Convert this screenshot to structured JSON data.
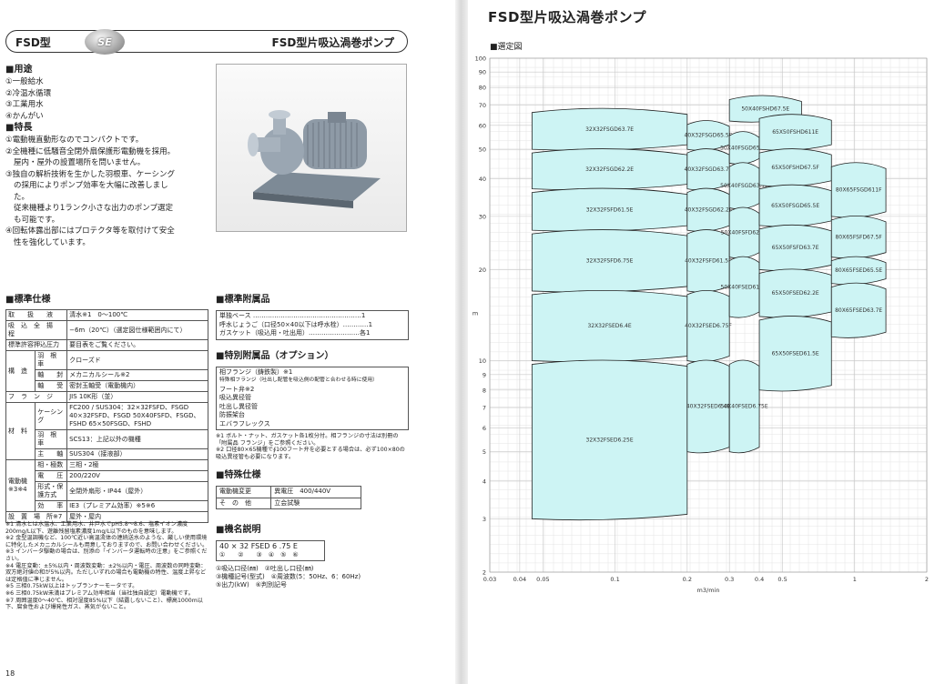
{
  "left": {
    "banner_left": "FSD型",
    "logo": "SE",
    "banner_right": "FSD型片吸込渦巻ポンプ",
    "uses_heading": "■用途",
    "uses": [
      "①一般給水",
      "②冷温水循環",
      "③工業用水",
      "④かんがい"
    ],
    "features_heading": "■特長",
    "features": [
      "①電動機直動形なのでコンパクトです。",
      "②全機種に低騒音全閉外扇保護形電動機を採用。",
      "屋内・屋外の設置場所を問いません。",
      "③独自の解析技術を生かした羽根車、ケーシング",
      "の採用によりポンプ効率を大幅に改善しまし",
      "た。",
      "従来機種より1ランク小さな出力のポンプ選定",
      "も可能です。",
      "④回転体露出部にはプロテクタ等を取付けて安全",
      "性を強化しています。"
    ],
    "spec_heading": "■標準仕様",
    "spec_rows": [
      {
        "a": "取　　扱　　液",
        "b": "",
        "c": "清水※1　0〜100℃"
      },
      {
        "a": "吸　込　全　揚　程",
        "b": "",
        "c": "−6m（20℃）（選定図仕様範囲内にて）"
      },
      {
        "a": "標準許容押込圧力",
        "b": "",
        "c": "要目表をご覧ください。"
      },
      {
        "a": "構　造",
        "b": "羽　根　車",
        "c": "クローズド"
      },
      {
        "a": "",
        "b": "軸　　封",
        "c": "メカニカルシール※2"
      },
      {
        "a": "",
        "b": "軸　　受",
        "c": "密封玉軸受（電動機内）"
      },
      {
        "a": "フ　ラ　ン　ジ",
        "b": "",
        "c": "JIS 10K形（並）"
      },
      {
        "a": "材　料",
        "b": "ケーシング",
        "c": "FC200 / SUS304：32×32FSFD、FSGD 40×32FSFD、FSGD 50X40FSFD、FSGD、FSHD 65×50FSGD、FSHD"
      },
      {
        "a": "",
        "b": "羽　根　車",
        "c": "SCS13：上記以外の機種"
      },
      {
        "a": "",
        "b": "主　　軸",
        "c": "SUS304（接液部）"
      },
      {
        "a": "電動機※3※4",
        "b": "相・極数",
        "c": "三相・2極"
      },
      {
        "a": "",
        "b": "電　　圧",
        "c": "200/220V"
      },
      {
        "a": "",
        "b": "形式・保護方式",
        "c": "全閉外扇形・IP44（屋外）"
      },
      {
        "a": "",
        "b": "効　　率",
        "c": "IE3（プレミアム効率）※5※6"
      },
      {
        "a": "設　置　場　所※7",
        "b": "",
        "c": "屋外・屋内"
      }
    ],
    "spec_notes": [
      "※1 清水とは水温水、工業用水、井戸水でpH5.8〜8.6、塩素イオン濃度200mg/L以下、遊離残留塩素濃度1mg/L以下のものを意味します。",
      "※2 金型温調機など、100℃近い高温流体の連続送水のような、厳しい使用環境に特化したメカニカルシールも用意しておりますので、お問い合わせください。",
      "※3 インバータ駆動の場合は、別添の「インバータ運転時の注意」をご参照ください。",
      "※4 電圧変動：±5%以内・周波数変動：±2%以内・電圧、周波数の同時変動：双方絶対値の和が5%以内。ただしいずれの場合も電動機の特性、温度上昇などは定格值に準じません。",
      "※5 三相0.75kW以上はトップランナーモータです。",
      "※6 三相0.75kW未満はプレミアム効率相当（当社独自設定）電動機です。",
      "※7 周囲温度0〜40℃、相対湿度85%以下（結露しないこと）、標高1000m以下、腐食性および爆発性ガス、蒸気がないこと。"
    ],
    "acc_heading": "■標準附属品",
    "acc": [
      "単独ベース ……………………………………………1",
      "呼水じょうご（口径50×40以下は呼水栓）…………1",
      "ガスケット（吸込用・吐出用）……………………各1"
    ],
    "opt_heading": "■特別附属品（オプション）",
    "opt": [
      "相フランジ（鋳鉄製）※1",
      "特殊相フランジ（吐出し配管を吸込側の配管と合わせる時に使用）",
      "フート弁※2",
      "吸込異径管",
      "吐出し異径管",
      "防振架台",
      "エバラフレックス"
    ],
    "opt_notes": [
      "※1 ボルト・ナット、ガスケット各1枚分付。相フランジの寸法は別冊の「附属品 フランジ」をご参照ください。",
      "※2 口径80×65機種で∮100フート弁を必要とする場合は、必ず100×80の吸込異径管も必要になります。"
    ],
    "special_heading": "■特殊仕様",
    "special": [
      {
        "k": "電動機変更",
        "v": "異電圧　400/440V"
      },
      {
        "k": "そ　の　他",
        "v": "立会試験"
      }
    ],
    "model_heading": "■機名説明",
    "model_code": "40 × 32  FSED  6  .75  E",
    "model_nums": "①　　②　　③　④　⑤　⑥",
    "model_expl": [
      "①吸込口径(㎜)　②吐出し口径(㎜)",
      "③機種記号(型式)　④周波数(5：50Hz、6：60Hz)",
      "⑤出力(kW)　⑥判別記号"
    ],
    "page_num": "18"
  },
  "right": {
    "title": "FSD型片吸込渦巻ポンプ",
    "chart_heading": "■選定図"
  },
  "chart_data": {
    "type": "selection-chart",
    "xscale": "log",
    "yscale": "log",
    "xlim": [
      0.03,
      2
    ],
    "ylim": [
      2,
      100
    ],
    "xlabel": "m3/min",
    "ylabel": "m",
    "xticks": [
      0.03,
      0.04,
      0.05,
      0.1,
      0.2,
      0.3,
      0.4,
      0.5,
      1,
      2
    ],
    "xtick_labels": [
      "0.03",
      "0.04",
      "0.05",
      "0.1",
      "0.2",
      "0.3",
      "0.4",
      "0.5",
      "1",
      "2"
    ],
    "yticks": [
      2,
      3,
      4,
      5,
      6,
      7,
      8,
      9,
      10,
      20,
      30,
      40,
      50,
      60,
      70,
      80,
      90,
      100
    ],
    "ytick_labels": [
      "2",
      "3",
      "4",
      "5",
      "6",
      "7",
      "8",
      "9",
      "10",
      "20",
      "30",
      "40",
      "50",
      "60",
      "70",
      "80",
      "90",
      "100"
    ],
    "grid": true,
    "fill_color": "#cdf4f4",
    "zones": [
      {
        "label": "32X32FSGD63.7E",
        "x": [
          0.045,
          0.2
        ],
        "y": [
          50,
          68
        ]
      },
      {
        "label": "32X32FSGD62.2E",
        "x": [
          0.045,
          0.2
        ],
        "y": [
          37,
          50
        ]
      },
      {
        "label": "32X32FSFD61.5E",
        "x": [
          0.045,
          0.2
        ],
        "y": [
          27,
          37
        ]
      },
      {
        "label": "32X32FSFD6.75E",
        "x": [
          0.045,
          0.2
        ],
        "y": [
          17,
          27
        ]
      },
      {
        "label": "32X32FSED6.4E",
        "x": [
          0.045,
          0.2
        ],
        "y": [
          10,
          17
        ]
      },
      {
        "label": "32X32FSED6.25E",
        "x": [
          0.045,
          0.2
        ],
        "y": [
          3,
          10
        ]
      },
      {
        "label": "40X32FSGD65.5E",
        "x": [
          0.2,
          0.3
        ],
        "y": [
          50,
          62
        ]
      },
      {
        "label": "40X32FSGD63.7E",
        "x": [
          0.2,
          0.3
        ],
        "y": [
          37,
          50
        ]
      },
      {
        "label": "40X32FSGD62.2F",
        "x": [
          0.2,
          0.3
        ],
        "y": [
          27,
          37
        ]
      },
      {
        "label": "40X32FSFD61.5E",
        "x": [
          0.2,
          0.3
        ],
        "y": [
          17,
          27
        ]
      },
      {
        "label": "40X32FSED6.75F",
        "x": [
          0.2,
          0.3
        ],
        "y": [
          10,
          17
        ]
      },
      {
        "label": "40X32FSED6.4E",
        "x": [
          0.2,
          0.3
        ],
        "y": [
          5,
          10
        ]
      },
      {
        "label": "50X40FSHD67.5E",
        "x": [
          0.3,
          0.6
        ],
        "y": [
          62,
          75
        ]
      },
      {
        "label": "50X40FSGD65.5E",
        "x": [
          0.3,
          0.4
        ],
        "y": [
          45,
          57
        ]
      },
      {
        "label": "50X40FSGD63.7E",
        "x": [
          0.3,
          0.4
        ],
        "y": [
          32,
          45
        ]
      },
      {
        "label": "50X40FSFD62.2E",
        "x": [
          0.3,
          0.4
        ],
        "y": [
          22,
          32
        ]
      },
      {
        "label": "50X40FSED61.5E",
        "x": [
          0.3,
          0.4
        ],
        "y": [
          14,
          22
        ]
      },
      {
        "label": "50X40FSED6.75E",
        "x": [
          0.3,
          0.4
        ],
        "y": [
          5,
          10
        ]
      },
      {
        "label": "65X50FSHD611E",
        "x": [
          0.4,
          0.8
        ],
        "y": [
          50,
          65
        ]
      },
      {
        "label": "65X50FSHD67.5F",
        "x": [
          0.4,
          0.8
        ],
        "y": [
          38,
          50
        ]
      },
      {
        "label": "65X50FSGD65.5E",
        "x": [
          0.4,
          0.8
        ],
        "y": [
          28,
          38
        ]
      },
      {
        "label": "65X50FSFD63.7E",
        "x": [
          0.4,
          0.8
        ],
        "y": [
          20,
          28
        ]
      },
      {
        "label": "65X50FSED62.2E",
        "x": [
          0.4,
          0.8
        ],
        "y": [
          14,
          20
        ]
      },
      {
        "label": "65X50FSED61.5E",
        "x": [
          0.4,
          0.8
        ],
        "y": [
          8,
          14
        ]
      },
      {
        "label": "80X65FSGD611F",
        "x": [
          0.8,
          1.35
        ],
        "y": [
          30,
          45
        ]
      },
      {
        "label": "80X65FSFD67.5F",
        "x": [
          0.8,
          1.35
        ],
        "y": [
          22,
          30
        ]
      },
      {
        "label": "80X65FSED65.5E",
        "x": [
          0.8,
          1.35
        ],
        "y": [
          18,
          22
        ]
      },
      {
        "label": "80X65FSED63.7E",
        "x": [
          0.8,
          1.35
        ],
        "y": [
          12,
          18
        ]
      }
    ]
  }
}
